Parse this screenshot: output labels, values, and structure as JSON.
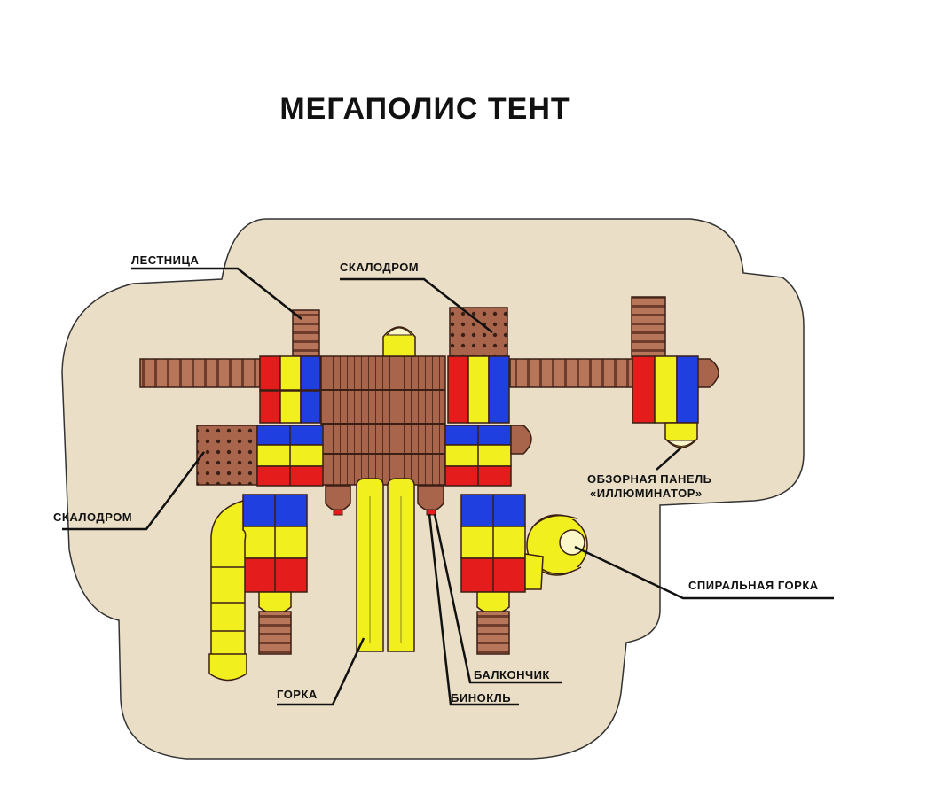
{
  "title": "МЕГАПОЛИС ТЕНТ",
  "colors": {
    "ground": "#eadfc6",
    "wood": "#a8654b",
    "wood_dark": "#6e3d2b",
    "red": "#e51c1c",
    "yellow": "#f2ef1f",
    "blue": "#1f3fe0",
    "dome": "#fbf7c9"
  },
  "labels": {
    "ladder": "ЛЕСТНИЦА",
    "climbing_wall_top": "СКАЛОДРОМ",
    "climbing_wall_left": "СКАЛОДРОМ",
    "viewing_panel_line1": "ОБЗОРНАЯ ПАНЕЛЬ",
    "viewing_panel_line2": "«ИЛЛЮМИНАТОР»",
    "spiral_slide": "СПИРАЛЬНАЯ ГОРКА",
    "balcony": "БАЛКОНЧИК",
    "slide": "ГОРКА",
    "binoculars": "БИНОКЛЬ"
  }
}
